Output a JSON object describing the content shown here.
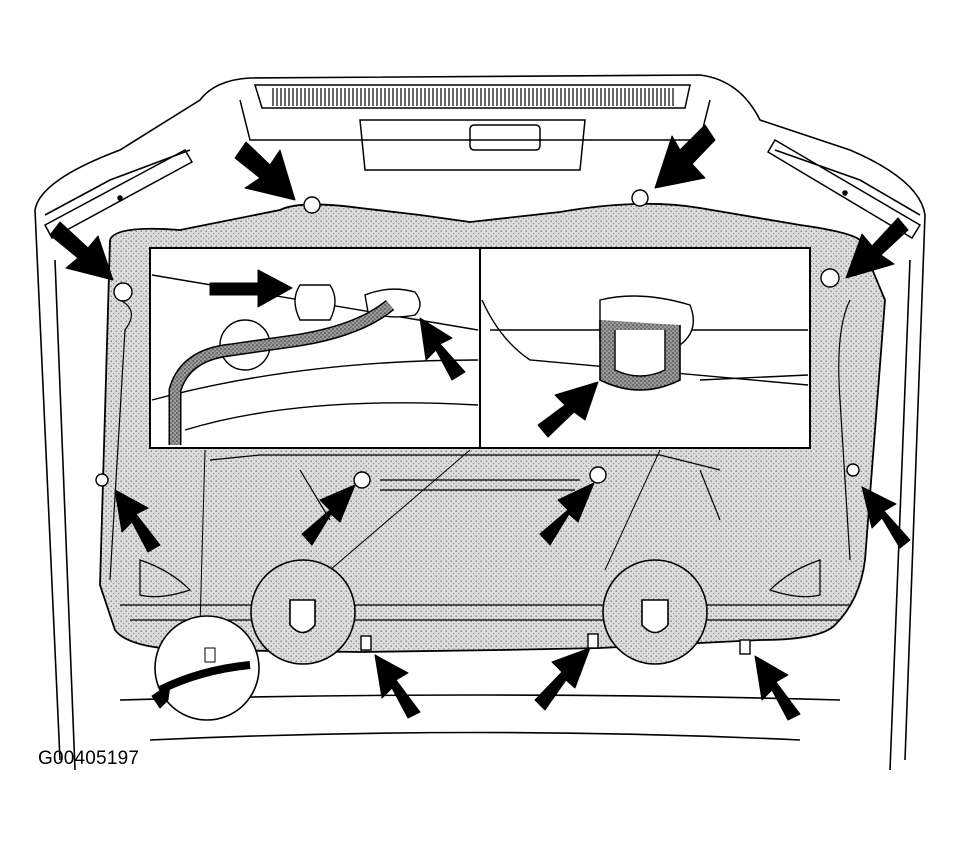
{
  "figure": {
    "code": "G00405197",
    "background_color": "#ffffff",
    "line_color": "#000000",
    "panel_color": "#d9d9d9"
  },
  "callouts": {
    "arrow_count": 15,
    "detail_inset_count": 2,
    "circle_detail_count": 3
  }
}
